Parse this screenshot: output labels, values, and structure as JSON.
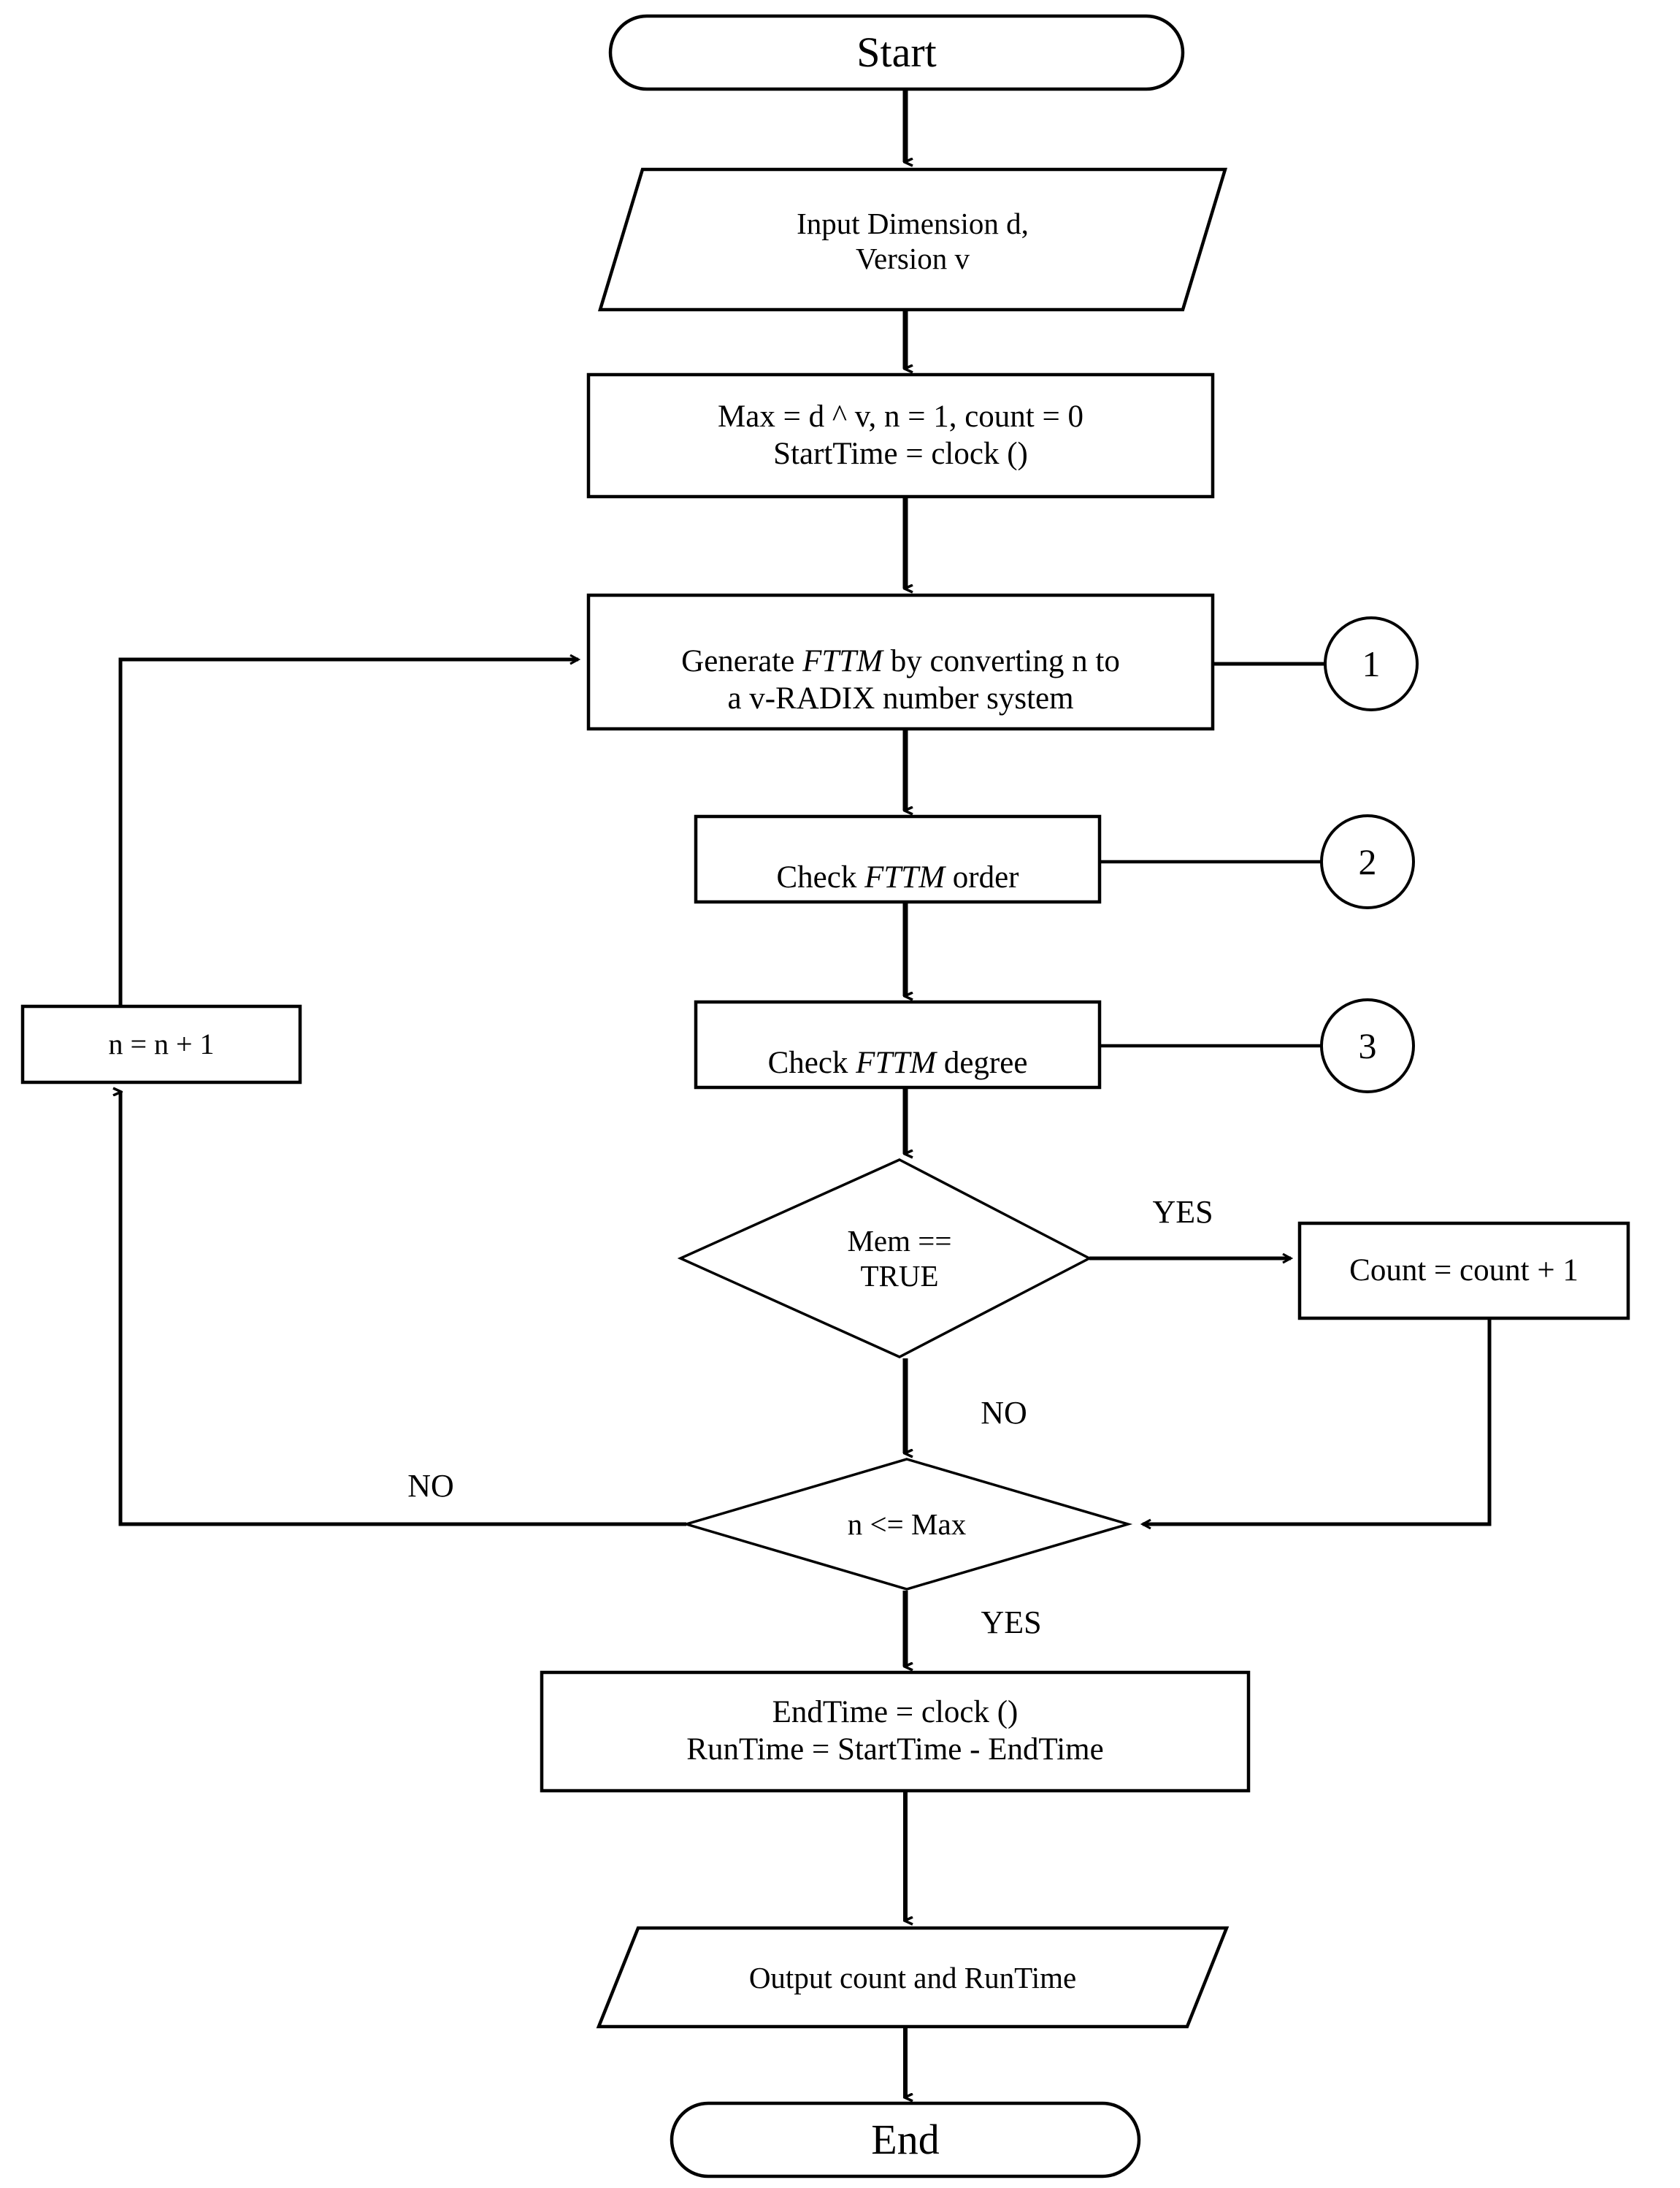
{
  "diagram": {
    "title": "FTTM generation and counting algorithm flowchart",
    "type": "flowchart",
    "stroke_color": "#000000",
    "background_color": "#ffffff"
  },
  "nodes": {
    "start": {
      "shape": "terminal",
      "label": "Start"
    },
    "input": {
      "shape": "io-parallelogram",
      "label": "Input Dimension d,\nVersion v"
    },
    "init": {
      "shape": "process",
      "label": "Max = d ^ v, n = 1, count = 0\nStartTime = clock ()"
    },
    "generate": {
      "shape": "process",
      "label_pre": "Generate ",
      "label_em": "FTTM",
      "label_post": " by converting n to\na v-RADIX number system"
    },
    "check_order": {
      "shape": "process",
      "label_pre": "Check ",
      "label_em": "FTTM",
      "label_post": " order"
    },
    "check_degree": {
      "shape": "process",
      "label_pre": "Check ",
      "label_em": "FTTM",
      "label_post": " degree"
    },
    "mem_decision": {
      "shape": "decision",
      "label": "Mem ==\nTRUE"
    },
    "count_increment": {
      "shape": "process",
      "label": "Count = count + 1"
    },
    "n_max_decision": {
      "shape": "decision",
      "label": "n <= Max"
    },
    "increment_n": {
      "shape": "process",
      "label": "n = n + 1"
    },
    "end_time": {
      "shape": "process",
      "label": "EndTime = clock ()\nRunTime = StartTime - EndTime"
    },
    "output": {
      "shape": "io-parallelogram",
      "label": "Output count and RunTime"
    },
    "end": {
      "shape": "terminal",
      "label": "End"
    }
  },
  "connectors": {
    "one": {
      "label": "1"
    },
    "two": {
      "label": "2"
    },
    "three": {
      "label": "3"
    }
  },
  "edge_labels": {
    "mem_yes": "YES",
    "mem_no": "NO",
    "nmax_no": "NO",
    "nmax_yes": "YES"
  }
}
